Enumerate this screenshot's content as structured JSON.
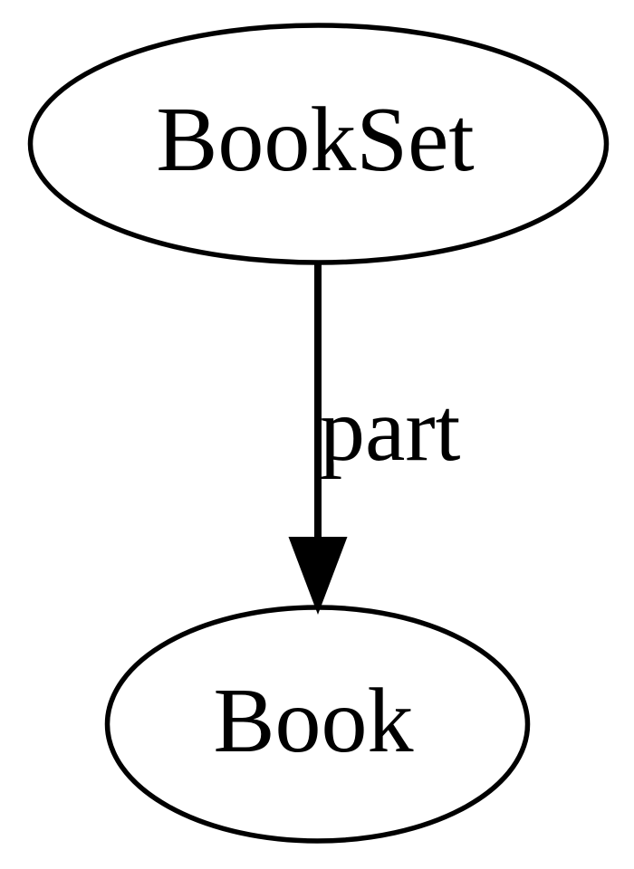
{
  "diagram": {
    "type": "directed-graph",
    "background_color": "#ffffff",
    "stroke_color": "#000000",
    "text_color": "#000000",
    "nodes": [
      {
        "id": "BookSet",
        "label": "BookSet",
        "shape": "ellipse"
      },
      {
        "id": "Book",
        "label": "Book",
        "shape": "ellipse"
      }
    ],
    "edges": [
      {
        "from": "BookSet",
        "to": "Book",
        "label": "part",
        "arrowhead": "filled-triangle-down"
      }
    ]
  }
}
